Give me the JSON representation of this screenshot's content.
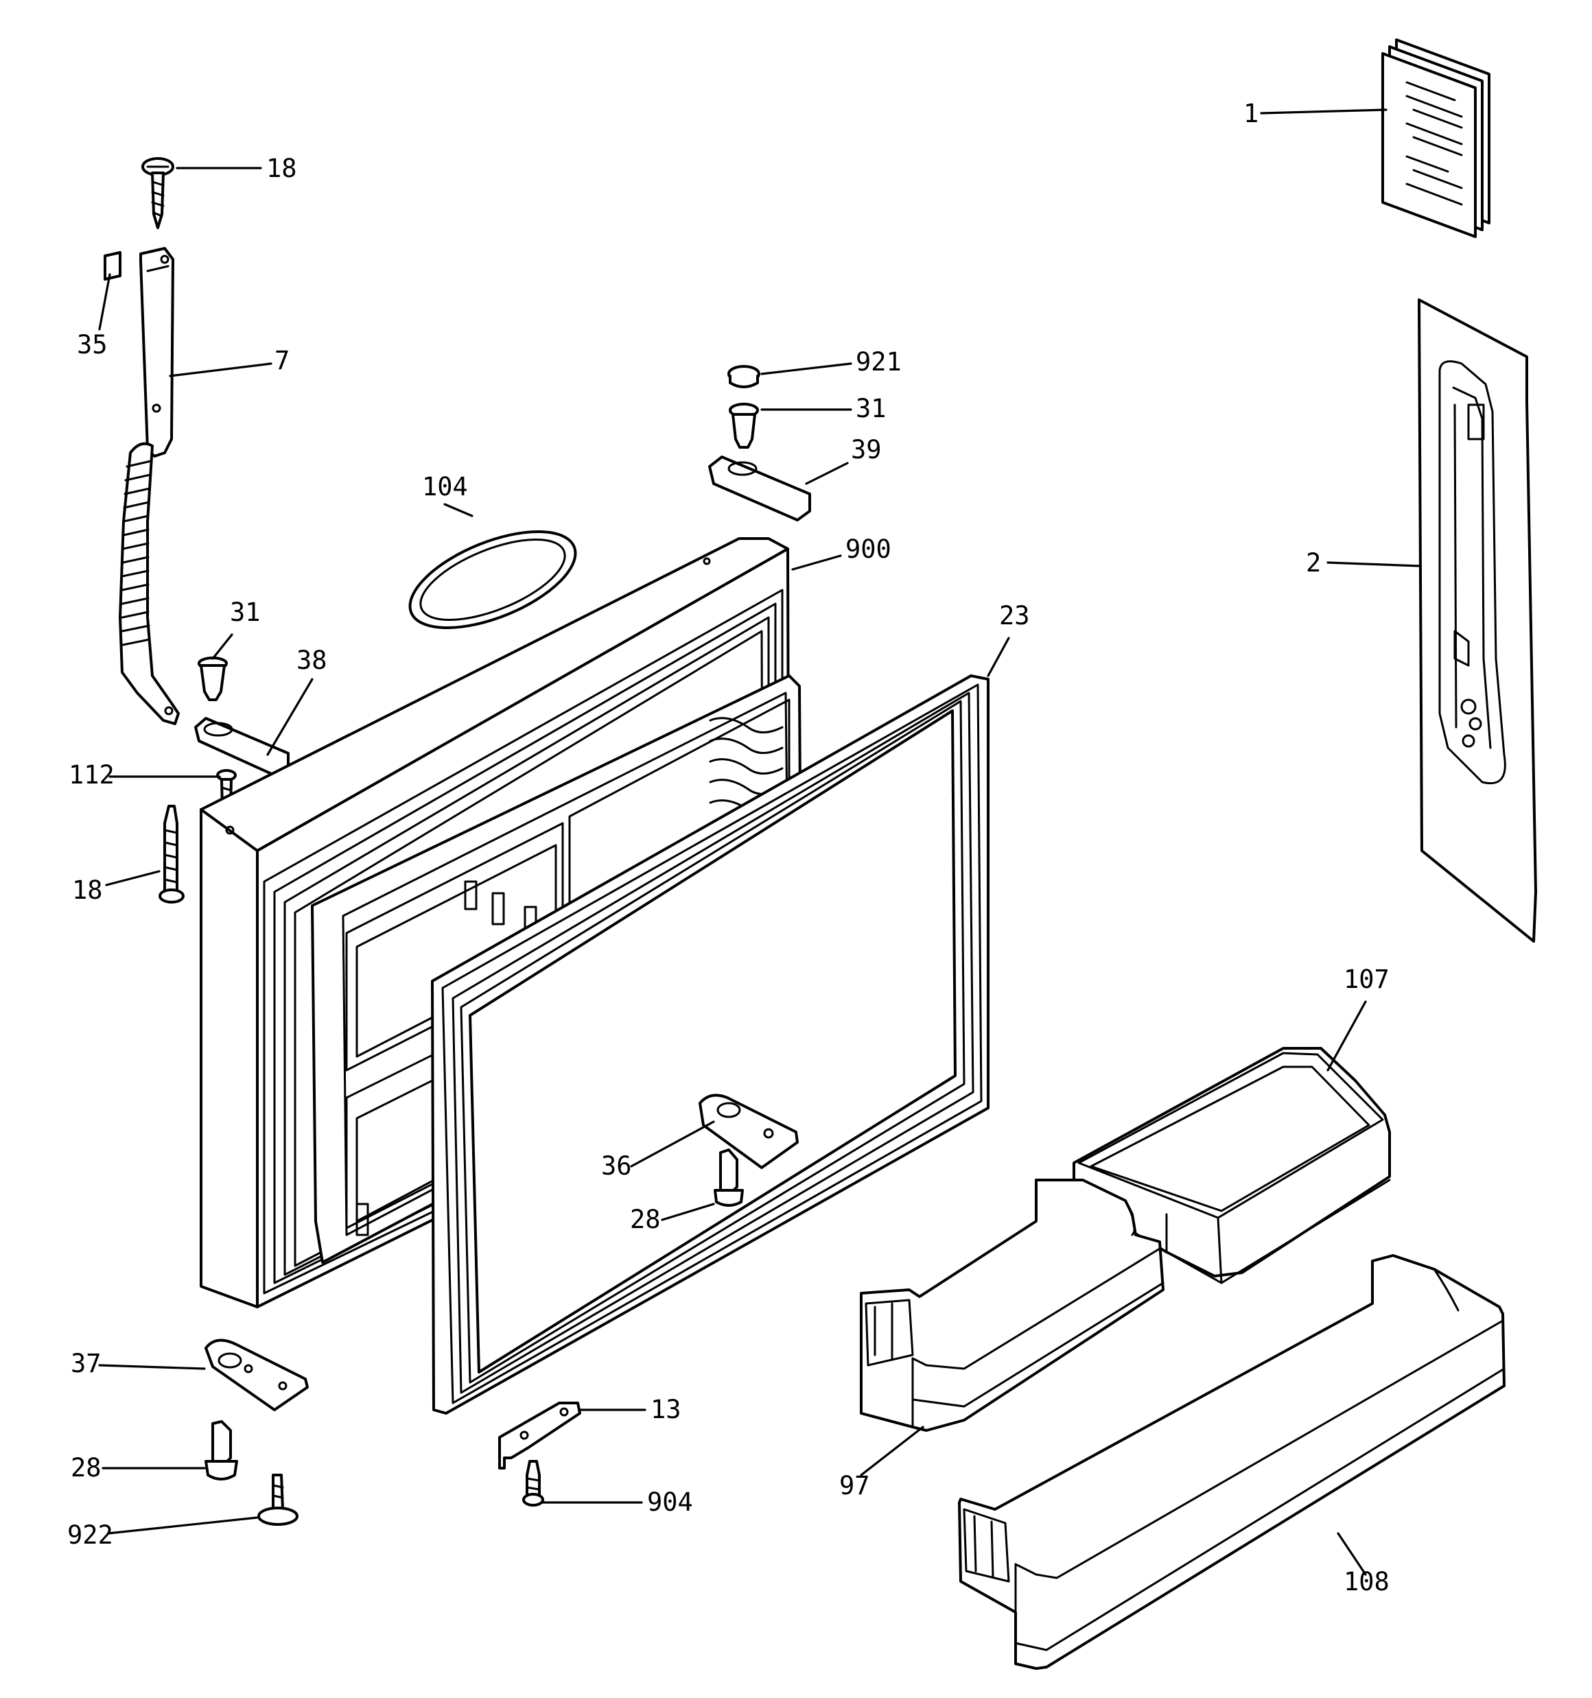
{
  "diagram": {
    "labels": {
      "p1": "1",
      "p2": "2",
      "p7": "7",
      "p13": "13",
      "p18_top": "18",
      "p18_mid": "18",
      "p23": "23",
      "p28_mid": "28",
      "p28_low": "28",
      "p31_top": "31",
      "p31_left": "31",
      "p35": "35",
      "p36": "36",
      "p37": "37",
      "p38": "38",
      "p39": "39",
      "p97": "97",
      "p104": "104",
      "p107": "107",
      "p108": "108",
      "p112": "112",
      "p900": "900",
      "p904": "904",
      "p921": "921",
      "p922": "922"
    }
  }
}
